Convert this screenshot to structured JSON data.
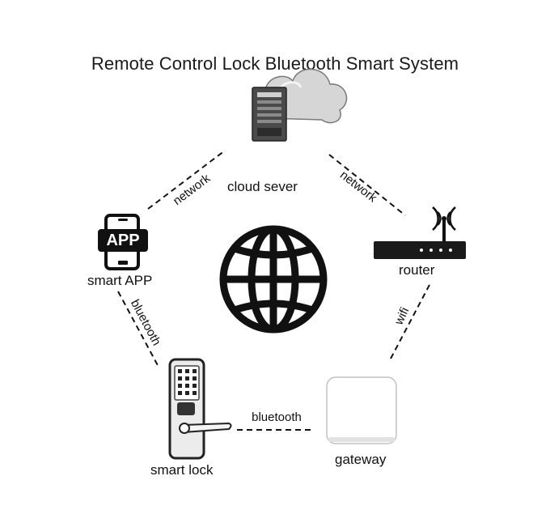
{
  "title": "Remote Control Lock Bluetooth Smart System",
  "nodes": {
    "cloud": "cloud sever",
    "app": "smart APP",
    "app_icon_text": "APP",
    "router": "router",
    "lock": "smart lock",
    "gateway": "gateway"
  },
  "links": {
    "app_cloud": "network",
    "cloud_router": "network",
    "app_lock": "bluetooth",
    "lock_gateway": "bluetooth",
    "gateway_router": "wifi"
  }
}
